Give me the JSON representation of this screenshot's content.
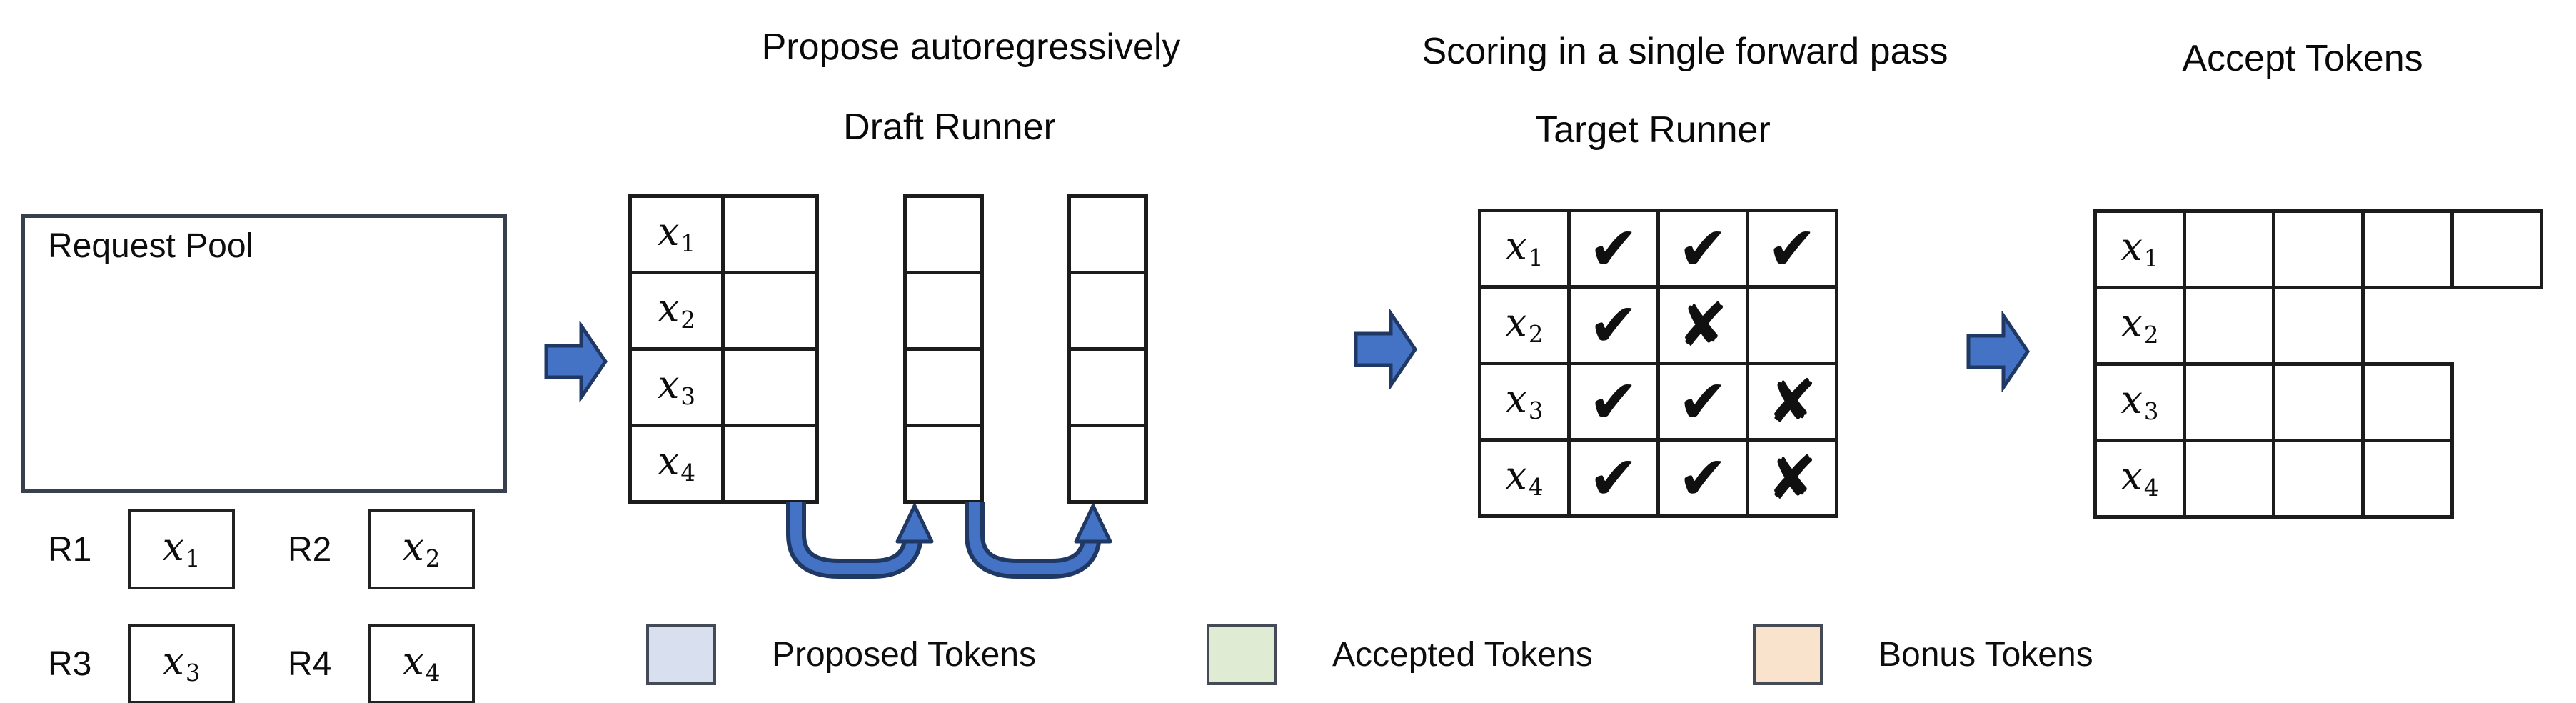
{
  "titles": {
    "draft_top": "Propose autoregressively",
    "draft_sub": "Draft Runner",
    "target_top": "Scoring in a single forward pass",
    "target_sub": "Target Runner",
    "accept_top": "Accept Tokens"
  },
  "request_pool": {
    "title": "Request Pool",
    "requests": [
      {
        "id": "R1",
        "token": {
          "base": "x",
          "sub": "1"
        }
      },
      {
        "id": "R2",
        "token": {
          "base": "x",
          "sub": "2"
        }
      },
      {
        "id": "R3",
        "token": {
          "base": "x",
          "sub": "3"
        }
      },
      {
        "id": "R4",
        "token": {
          "base": "x",
          "sub": "4"
        }
      }
    ]
  },
  "draft_runner": {
    "proposal_steps": 3,
    "rows": [
      {
        "label_base": "x",
        "label_sub": "1"
      },
      {
        "label_base": "x",
        "label_sub": "2"
      },
      {
        "label_base": "x",
        "label_sub": "3"
      },
      {
        "label_base": "x",
        "label_sub": "4"
      }
    ]
  },
  "target_runner": {
    "rows": [
      {
        "label_base": "x",
        "label_sub": "1",
        "marks": [
          "check",
          "check",
          "check"
        ]
      },
      {
        "label_base": "x",
        "label_sub": "2",
        "marks": [
          "check",
          "cross",
          "none"
        ]
      },
      {
        "label_base": "x",
        "label_sub": "3",
        "marks": [
          "check",
          "check",
          "cross"
        ]
      },
      {
        "label_base": "x",
        "label_sub": "4",
        "marks": [
          "check",
          "check",
          "cross"
        ]
      }
    ]
  },
  "accept_tokens": {
    "rows": [
      {
        "label_base": "x",
        "label_sub": "1",
        "cells": [
          "accepted",
          "accepted",
          "accepted",
          "bonus"
        ]
      },
      {
        "label_base": "x",
        "label_sub": "2",
        "cells": [
          "accepted",
          "bonus"
        ]
      },
      {
        "label_base": "x",
        "label_sub": "3",
        "cells": [
          "accepted",
          "accepted",
          "bonus"
        ]
      },
      {
        "label_base": "x",
        "label_sub": "4",
        "cells": [
          "accepted",
          "accepted",
          "bonus"
        ]
      }
    ]
  },
  "legend": [
    {
      "label": "Proposed Tokens",
      "color": "#D8DFEE"
    },
    {
      "label": "Accepted Tokens",
      "color": "#E0EBD4"
    },
    {
      "label": "Bonus Tokens",
      "color": "#F9E3CD"
    }
  ],
  "marks": {
    "check": "✔",
    "cross": "✘"
  },
  "colors": {
    "proposed": "#D8DFEE",
    "accepted": "#E0EBD4",
    "bonus": "#F9E3CD",
    "arrow": "#4472C4",
    "arrow-outline": "#1F3864",
    "grid-border": "#1C1C1C",
    "box-border": "#39404D",
    "text": "#0D0D0D"
  }
}
